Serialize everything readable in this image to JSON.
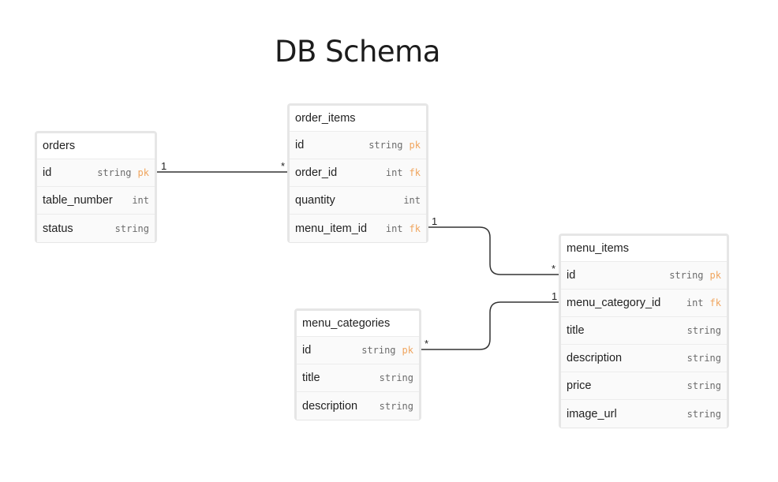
{
  "diagram": {
    "title": "DB Schema",
    "tables": {
      "orders": {
        "name": "orders",
        "columns": [
          {
            "name": "id",
            "type": "string",
            "key": "pk"
          },
          {
            "name": "table_number",
            "type": "int",
            "key": ""
          },
          {
            "name": "status",
            "type": "string",
            "key": ""
          }
        ]
      },
      "order_items": {
        "name": "order_items",
        "columns": [
          {
            "name": "id",
            "type": "string",
            "key": "pk"
          },
          {
            "name": "order_id",
            "type": "int",
            "key": "fk"
          },
          {
            "name": "quantity",
            "type": "int",
            "key": ""
          },
          {
            "name": "menu_item_id",
            "type": "int",
            "key": "fk"
          }
        ]
      },
      "menu_items": {
        "name": "menu_items",
        "columns": [
          {
            "name": "id",
            "type": "string",
            "key": "pk"
          },
          {
            "name": "menu_category_id",
            "type": "int",
            "key": "fk"
          },
          {
            "name": "title",
            "type": "string",
            "key": ""
          },
          {
            "name": "description",
            "type": "string",
            "key": ""
          },
          {
            "name": "price",
            "type": "string",
            "key": ""
          },
          {
            "name": "image_url",
            "type": "string",
            "key": ""
          }
        ]
      },
      "menu_categories": {
        "name": "menu_categories",
        "columns": [
          {
            "name": "id",
            "type": "string",
            "key": "pk"
          },
          {
            "name": "title",
            "type": "string",
            "key": ""
          },
          {
            "name": "description",
            "type": "string",
            "key": ""
          }
        ]
      }
    },
    "relations": [
      {
        "from": "orders.id",
        "to": "order_items.order_id",
        "from_card": "1",
        "to_card": "*"
      },
      {
        "from": "order_items.menu_item_id",
        "to": "menu_items.id",
        "from_card": "1",
        "to_card": "*"
      },
      {
        "from": "menu_items.menu_category_id",
        "to": "menu_categories.id",
        "from_card": "1",
        "to_card": "*"
      }
    ],
    "colors": {
      "key": "#f0a55e",
      "border": "#e6e6e6",
      "line": "#333333"
    }
  }
}
